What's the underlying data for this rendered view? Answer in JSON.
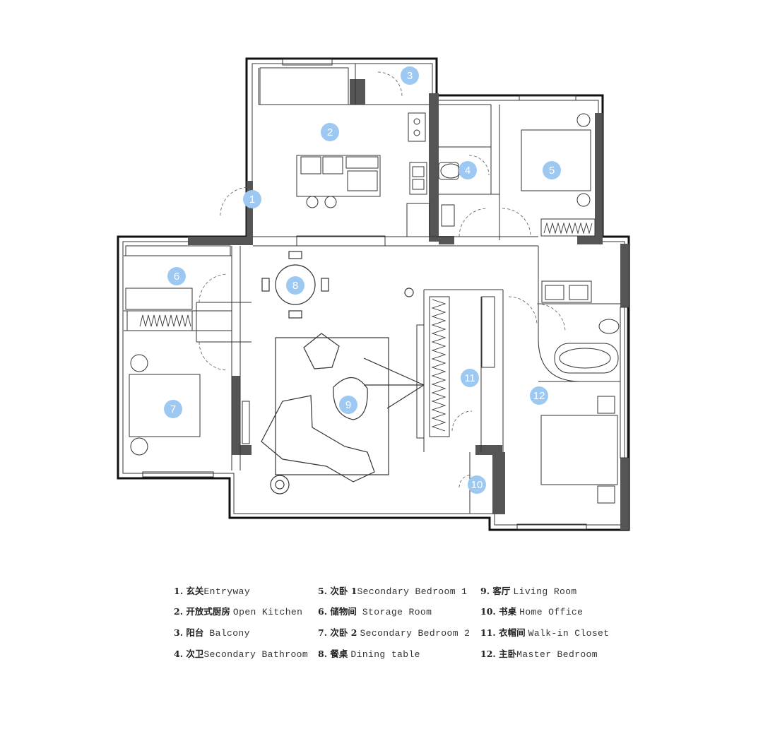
{
  "rooms": [
    {
      "num": "1",
      "cn": "玄关",
      "en": "Entryway"
    },
    {
      "num": "2",
      "cn": "开放式厨房",
      "en": "Open Kitchen"
    },
    {
      "num": "3",
      "cn": "阳台",
      "en": "Balcony"
    },
    {
      "num": "4",
      "cn": "次卫",
      "en": "Secondary Bathroom"
    },
    {
      "num": "5",
      "cn": "次卧 1",
      "en": "Secondary Bedroom 1"
    },
    {
      "num": "6",
      "cn": "储物间",
      "en": "Storage Room"
    },
    {
      "num": "7",
      "cn": "次卧 2",
      "en": "Secondary Bedroom 2"
    },
    {
      "num": "8",
      "cn": "餐桌",
      "en": "Dining table"
    },
    {
      "num": "9",
      "cn": "客厅",
      "en": "Living Room"
    },
    {
      "num": "10",
      "cn": "书桌",
      "en": "Home Office"
    },
    {
      "num": "11",
      "cn": "衣帽间",
      "en": "Walk-in Closet"
    },
    {
      "num": "12",
      "cn": "主卧",
      "en": "Master Bedroom"
    }
  ],
  "colors": {
    "marker": "#9cc8f2",
    "wall": "#111111",
    "wall_fill": "#555555",
    "line": "#333333"
  }
}
